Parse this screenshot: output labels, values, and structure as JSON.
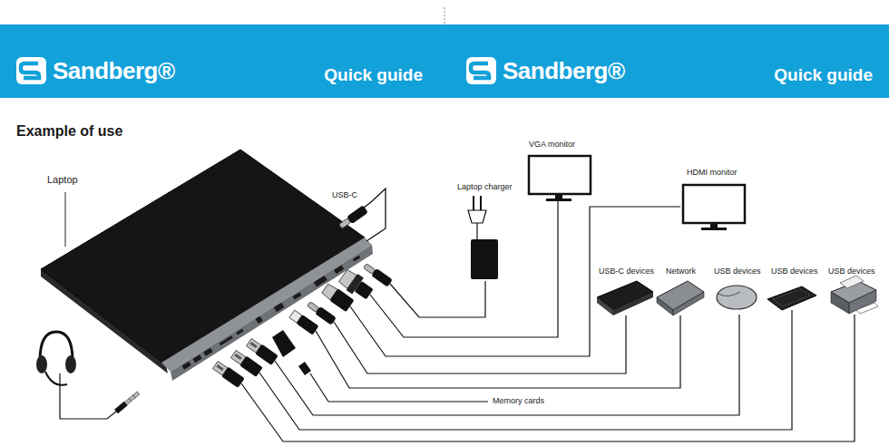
{
  "diagram": {
    "title": "Example of use",
    "labels": [
      "Sandberg®",
      "Quick guide",
      "Sandberg®",
      "Quick guide",
      "Laptop",
      "USB-C",
      "Laptop charger",
      "VGA monitor",
      "HDMI monitor",
      "USB-C devices",
      "Network",
      "USB devices",
      "USB devices",
      "USB devices",
      "Memory cards"
    ]
  }
}
